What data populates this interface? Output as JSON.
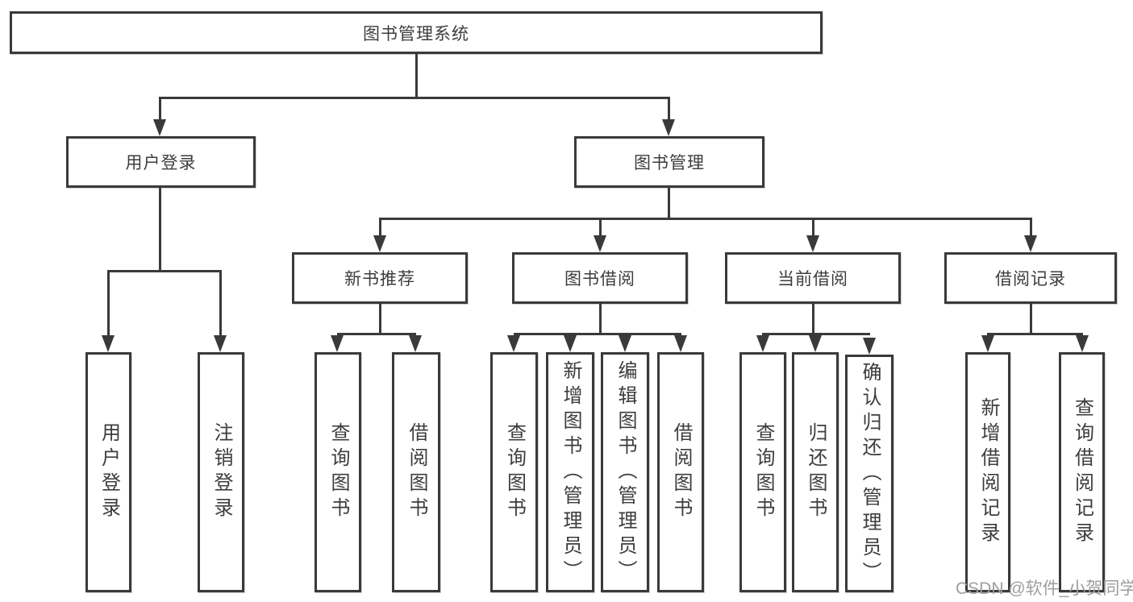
{
  "diagram": {
    "title": "图书管理系统",
    "root": {
      "label": "图书管理系统"
    },
    "level2": [
      {
        "label": "用户登录"
      },
      {
        "label": "图书管理"
      }
    ],
    "level3": [
      {
        "label": "新书推荐"
      },
      {
        "label": "图书借阅"
      },
      {
        "label": "当前借阅"
      },
      {
        "label": "借阅记录"
      }
    ],
    "leaves": {
      "user": [
        "用户登录",
        "注销登录"
      ],
      "newbook": [
        "查询图书",
        "借阅图书"
      ],
      "borrow": [
        "查询图书",
        "新增图书（管理员）",
        "编辑图书（管理员）",
        "借阅图书"
      ],
      "current": [
        "查询图书",
        "归还图书",
        "确认归还（管理员）"
      ],
      "records": [
        "新增借阅记录",
        "查询借阅记录"
      ]
    }
  },
  "watermark": {
    "text": "CSDN @软件_小贺同学"
  },
  "colors": {
    "line": "#3a3a3a",
    "box_border": "#3a3a3a",
    "text": "#3d3d3d",
    "watermark": "#9e9e9e",
    "background": "#ffffff"
  }
}
